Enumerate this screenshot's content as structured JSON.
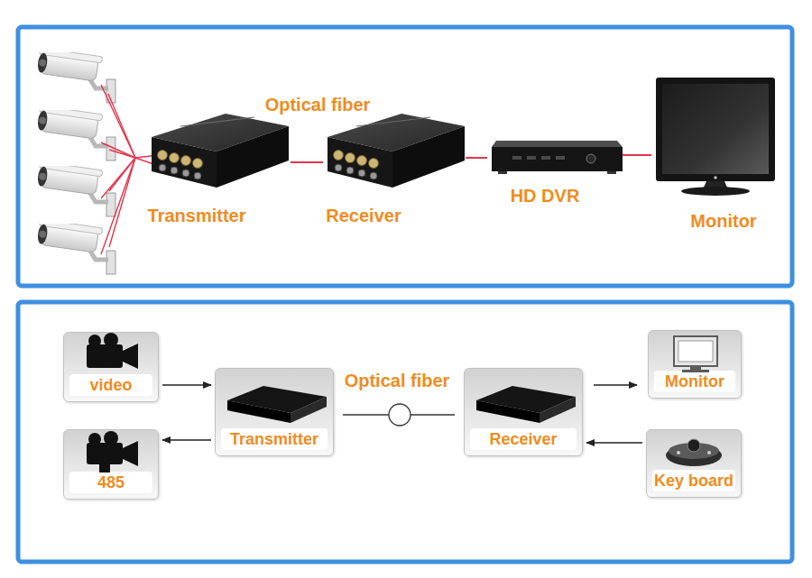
{
  "diagram": {
    "nodes": [
      {
        "text": [
          "Transmitter"
        ]
      },
      {
        "text": [
          "Receiver"
        ]
      },
      {
        "text": [
          "HD DVR"
        ]
      },
      {
        "text": [
          "Monitor"
        ]
      },
      {
        "text": [
          "video"
        ]
      },
      {
        "text": [
          "Transmitter"
        ]
      },
      {
        "text": [
          "Receiver"
        ]
      },
      {
        "text": [
          "Monitor"
        ]
      },
      {
        "text": [
          "485"
        ]
      },
      {
        "text": [
          "Key board"
        ]
      }
    ],
    "edges": [
      {
        "from": 0,
        "to": 1,
        "arrow": "none",
        "label": "Optical fiber"
      },
      {
        "from": 1,
        "to": 2,
        "arrow": "none"
      },
      {
        "from": 2,
        "to": 3,
        "arrow": "none"
      },
      {
        "from": 4,
        "to": 5,
        "arrow": "to"
      },
      {
        "from": 5,
        "to": 8,
        "arrow": "to"
      },
      {
        "from": 5,
        "to": 6,
        "arrow": "none",
        "label": "Optical fiber"
      },
      {
        "from": 6,
        "to": 7,
        "arrow": "to"
      },
      {
        "from": 9,
        "to": 6,
        "arrow": "to"
      }
    ]
  }
}
